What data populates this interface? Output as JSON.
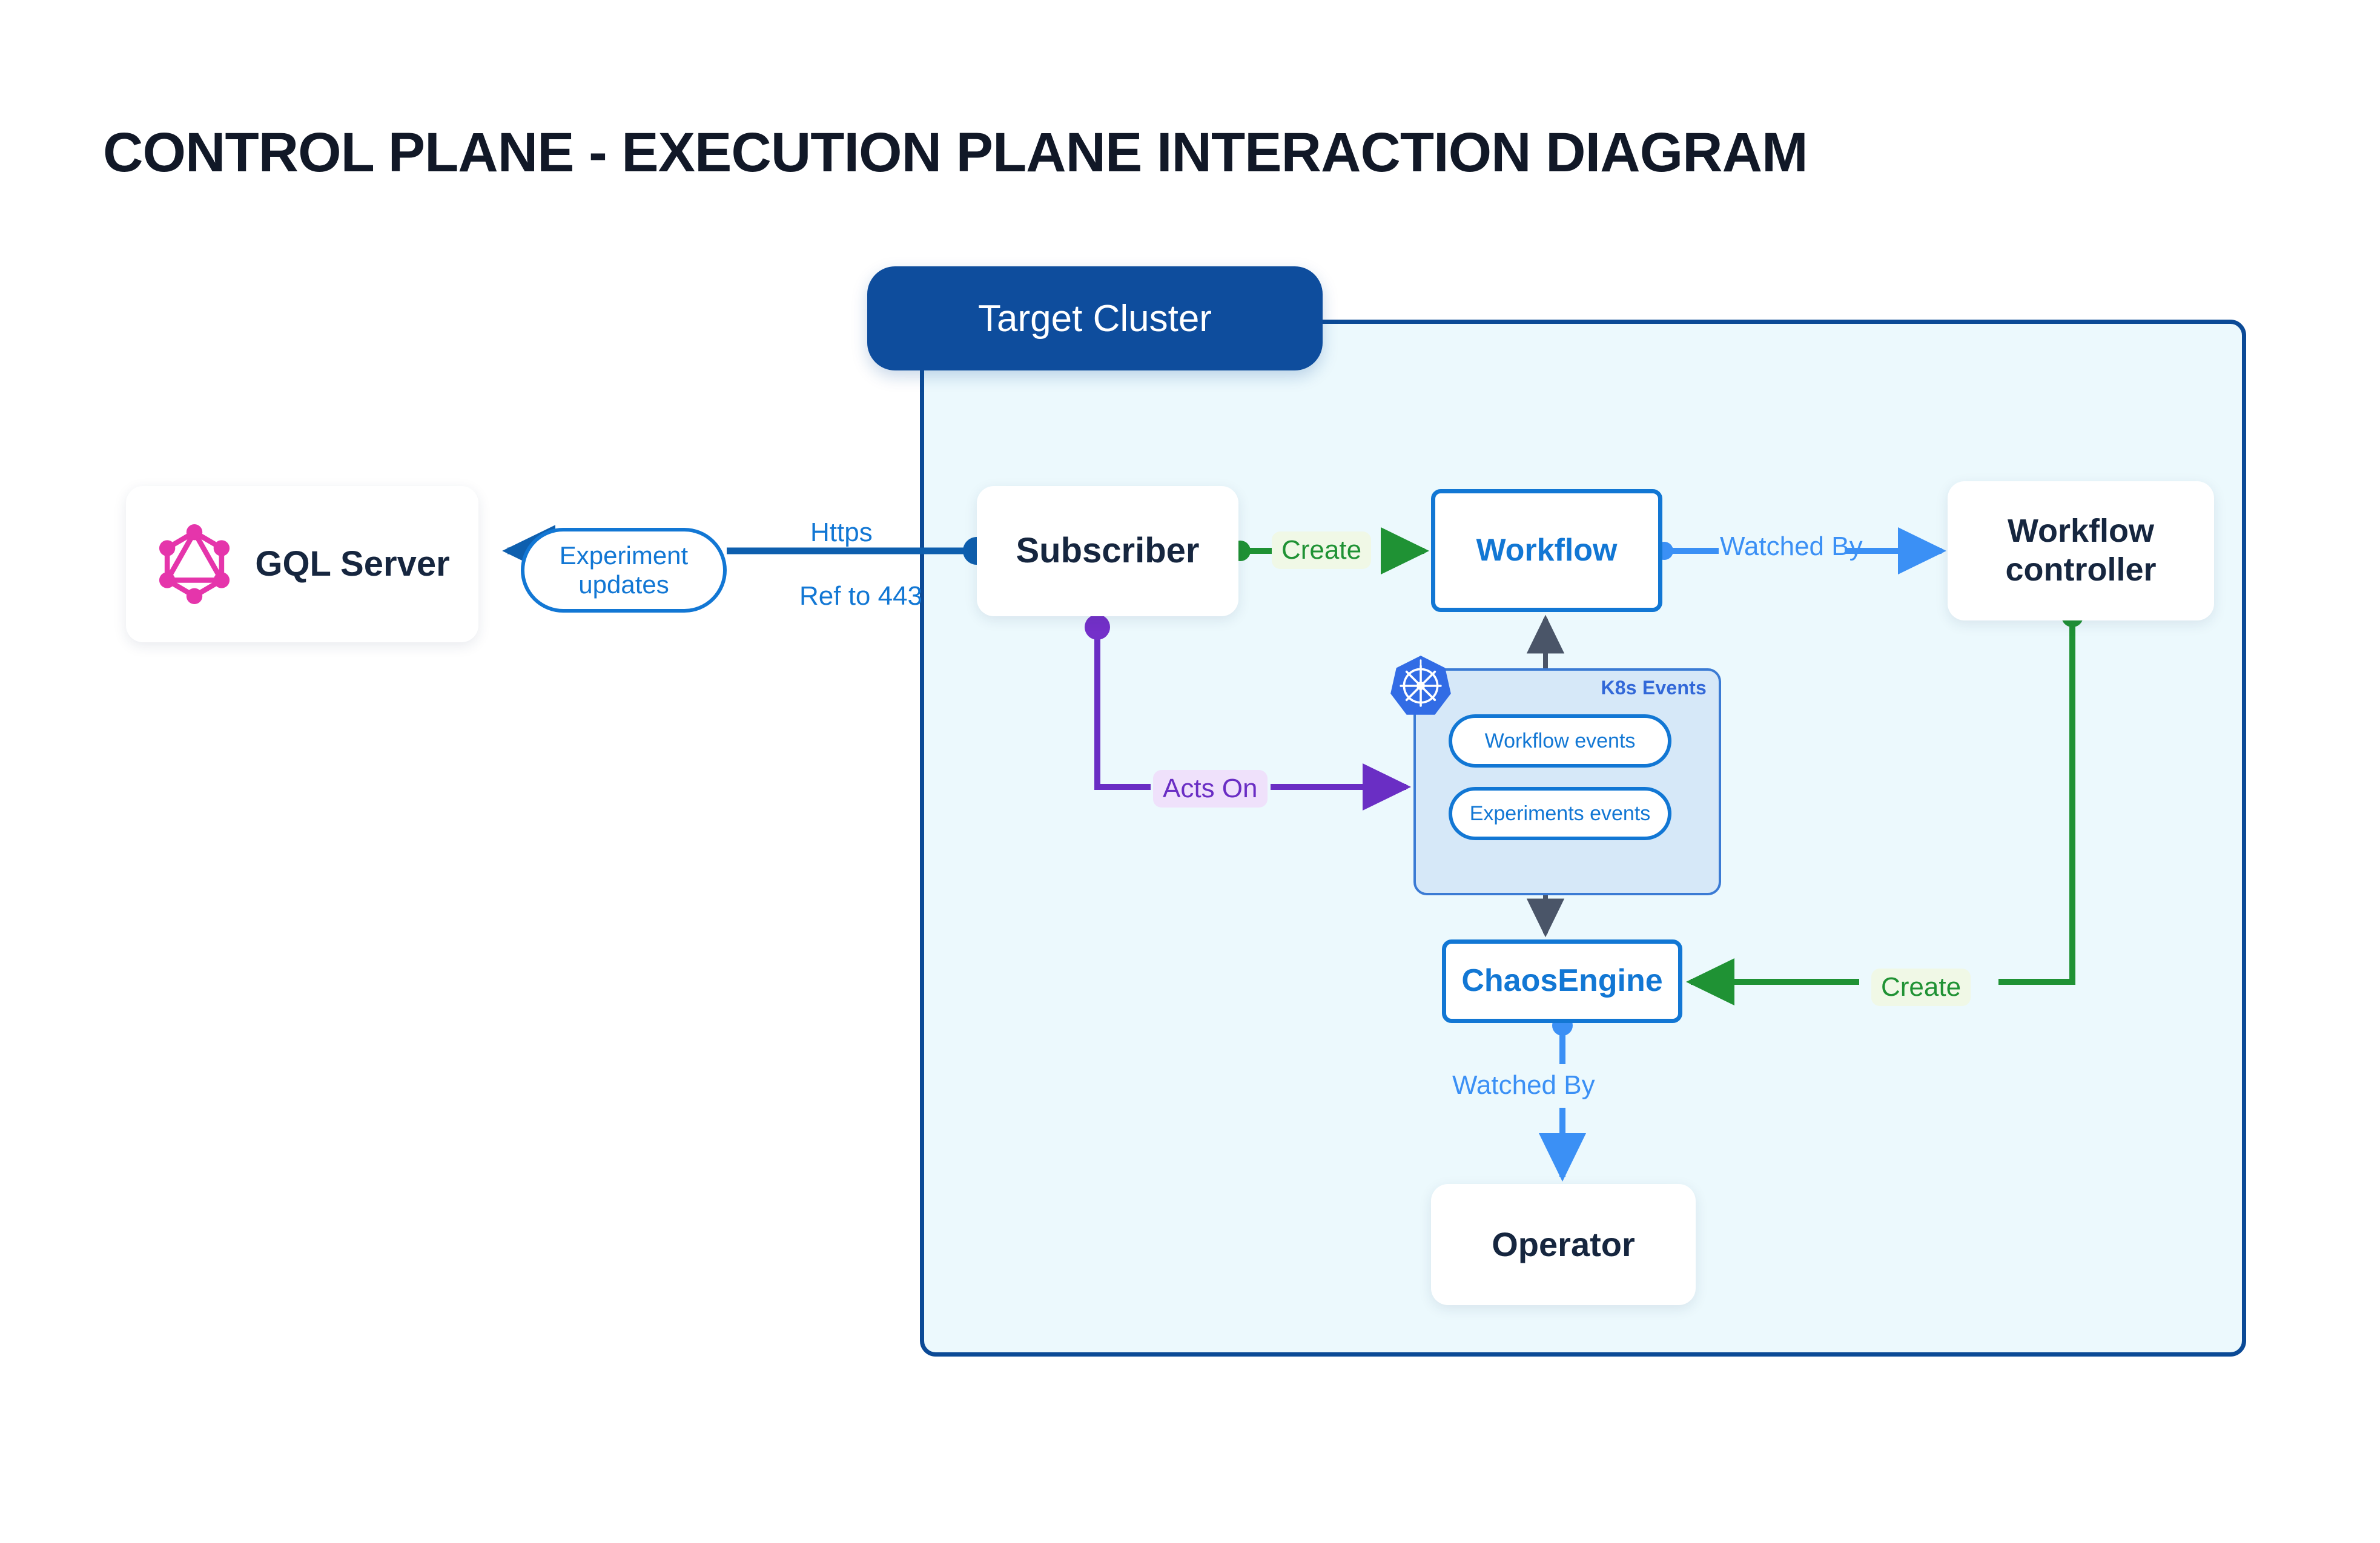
{
  "page": {
    "title": "CONTROL PLANE - EXECUTION PLANE INTERACTION DIAGRAM",
    "background": "#ffffff"
  },
  "colors": {
    "cluster_border": "#0b4a96",
    "cluster_fill": "#ecf9fd",
    "cluster_badge": "#0e4d9d",
    "node_text": "#16263f",
    "accent_blue": "#1277d4",
    "light_blue": "#3b90f5",
    "green": "#1f9234",
    "purple": "#6a2ec4",
    "graphql_pink": "#e535ab",
    "k8s_blue": "#326ce5",
    "k8s_group_fill": "#d6e8f8",
    "k8s_group_border": "#3b7bd4",
    "k8s_group_label": "#3268d8",
    "arrow_gray": "#4a5568"
  },
  "cluster": {
    "badge_label": "Target Cluster"
  },
  "nodes": {
    "gql_server": {
      "label": "GQL Server",
      "icon": "graphql-logo-icon"
    },
    "subscriber": {
      "label": "Subscriber"
    },
    "workflow": {
      "label": "Workflow"
    },
    "workflow_controller": {
      "label": "Workflow controller"
    },
    "chaosengine": {
      "label": "ChaosEngine"
    },
    "operator": {
      "label": "Operator"
    }
  },
  "k8s_events": {
    "group_label": "K8s Events",
    "icon": "kubernetes-logo-icon",
    "pills": [
      {
        "label": "Workflow events"
      },
      {
        "label": "Experiments events"
      }
    ]
  },
  "edges": [
    {
      "id": "https",
      "label": "Https",
      "color": "#1277d4",
      "style": "plain",
      "from": "Target Cluster boundary",
      "to": "Subscriber"
    },
    {
      "id": "ref443",
      "label": "Ref to 443",
      "color": "#1277d4",
      "style": "plain",
      "from": "Target Cluster boundary",
      "to": "Subscriber"
    },
    {
      "id": "experiment_updates",
      "label": "Experiment updates",
      "color": "#1277d4",
      "style": "pill",
      "from": "Subscriber",
      "to": "GQL Server"
    },
    {
      "id": "create_workflow",
      "label": "Create",
      "color": "#1f9234",
      "style": "chip",
      "from": "Subscriber",
      "to": "Workflow"
    },
    {
      "id": "watched_by_controller",
      "label": "Watched By",
      "color": "#3b90f5",
      "style": "plain",
      "from": "Workflow",
      "to": "Workflow controller"
    },
    {
      "id": "create_chaosengine",
      "label": "Create",
      "color": "#1f9234",
      "style": "chip",
      "from": "Workflow controller",
      "to": "ChaosEngine"
    },
    {
      "id": "acts_on",
      "label": "Acts On",
      "color": "#6a2ec4",
      "style": "chip",
      "from": "Subscriber",
      "to": "K8s Events"
    },
    {
      "id": "watched_by_operator",
      "label": "Watched By",
      "color": "#3b90f5",
      "style": "plain",
      "from": "ChaosEngine",
      "to": "Operator"
    },
    {
      "id": "workflow_events_up",
      "label": "",
      "color": "#4a5568",
      "style": "plain",
      "from": "Workflow events",
      "to": "Workflow"
    },
    {
      "id": "experiments_events_down",
      "label": "",
      "color": "#4a5568",
      "style": "plain",
      "from": "Experiments events",
      "to": "ChaosEngine"
    }
  ]
}
